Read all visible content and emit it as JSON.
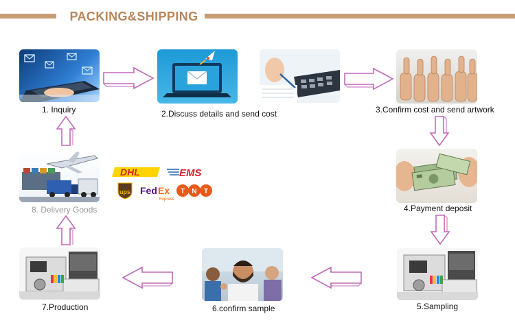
{
  "header": {
    "title": "PACKING&SHIPPING"
  },
  "steps": [
    {
      "label": "1. Inquiry"
    },
    {
      "label": "2.Discuss details  and send cost"
    },
    {
      "label": "3.Confirm cost  and send artwork"
    },
    {
      "label": "4.Payment deposit"
    },
    {
      "label": "5.Sampling"
    },
    {
      "label": "6.confirm sample"
    },
    {
      "label": "7.Production"
    },
    {
      "label": "8. Delivery Goods"
    }
  ],
  "carriers": {
    "dhl": "DHL",
    "ems": "EMS",
    "ups": "ups",
    "fedex_fed": "Fed",
    "fedex_ex": "Ex",
    "fedex_sub": "Express",
    "tnt": "TNT"
  },
  "colors": {
    "header_accent": "#c79d76",
    "title": "#b9865a",
    "arrow_fill": "#ffffff",
    "arrow_stroke": "#c06ab8",
    "dhl": "#d3241f",
    "ems": "#d8232a",
    "fedex_purple": "#4d148c",
    "fedex_orange": "#ff6600",
    "tnt": "#e85a1a",
    "ups_brown": "#5a3b1c",
    "ups_gold": "#f4b400"
  }
}
